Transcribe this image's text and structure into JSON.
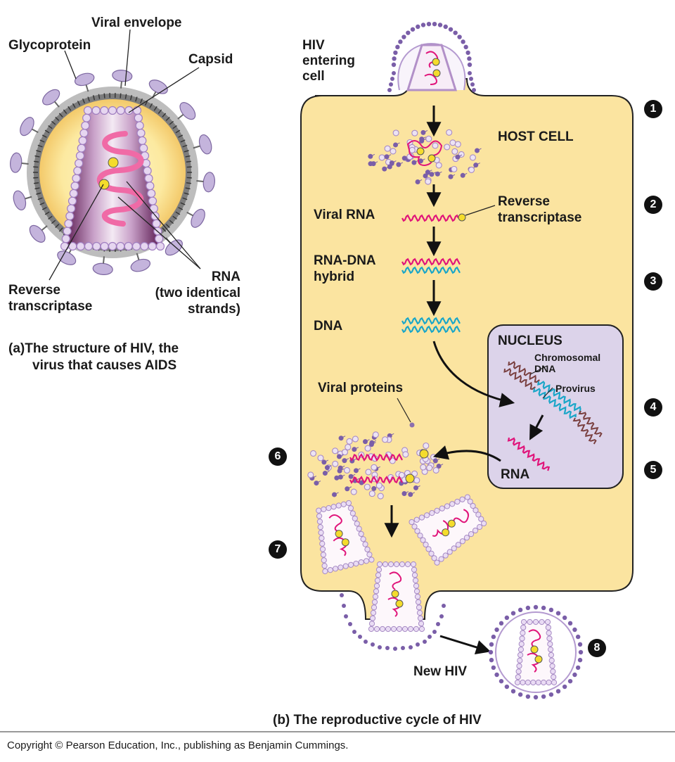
{
  "panel_a": {
    "label_glycoprotein": "Glycoprotein",
    "label_viral_envelope": "Viral envelope",
    "label_capsid": "Capsid",
    "label_rt_line1": "Reverse",
    "label_rt_line2": "transcriptase",
    "label_rna_line1": "RNA",
    "label_rna_line2": "(two identical",
    "label_rna_line3": "strands)",
    "caption_line1": "(a)The structure of HIV, the",
    "caption_line2": "virus that causes AIDS"
  },
  "panel_b": {
    "hiv_entering_line1": "HIV",
    "hiv_entering_line2": "entering",
    "hiv_entering_line3": "cell",
    "host_cell": "HOST CELL",
    "viral_rna": "Viral RNA",
    "rt_line1": "Reverse",
    "rt_line2": "transcriptase",
    "hybrid_line1": "RNA-DNA",
    "hybrid_line2": "hybrid",
    "dna": "DNA",
    "nucleus": "NUCLEUS",
    "chromosomal_line1": "Chromosomal",
    "chromosomal_line2": "DNA",
    "provirus": "Provirus",
    "viral_proteins": "Viral proteins",
    "rna": "RNA",
    "new_hiv": "New HIV",
    "caption": "(b) The reproductive cycle of HIV"
  },
  "steps": [
    "1",
    "2",
    "3",
    "4",
    "5",
    "6",
    "7",
    "8"
  ],
  "copyright": "Copyright © Pearson Education, Inc., publishing as Benjamin Cummings.",
  "colors": {
    "cytoplasm": "#fbe4a0",
    "nucleus": "#dcd3ea",
    "rna": "#e0147a",
    "dna": "#1aa6c8",
    "chromosomal_dna": "#7a4040",
    "protein_dot": "#8c6fae",
    "enzyme": "#f4dc2c"
  }
}
